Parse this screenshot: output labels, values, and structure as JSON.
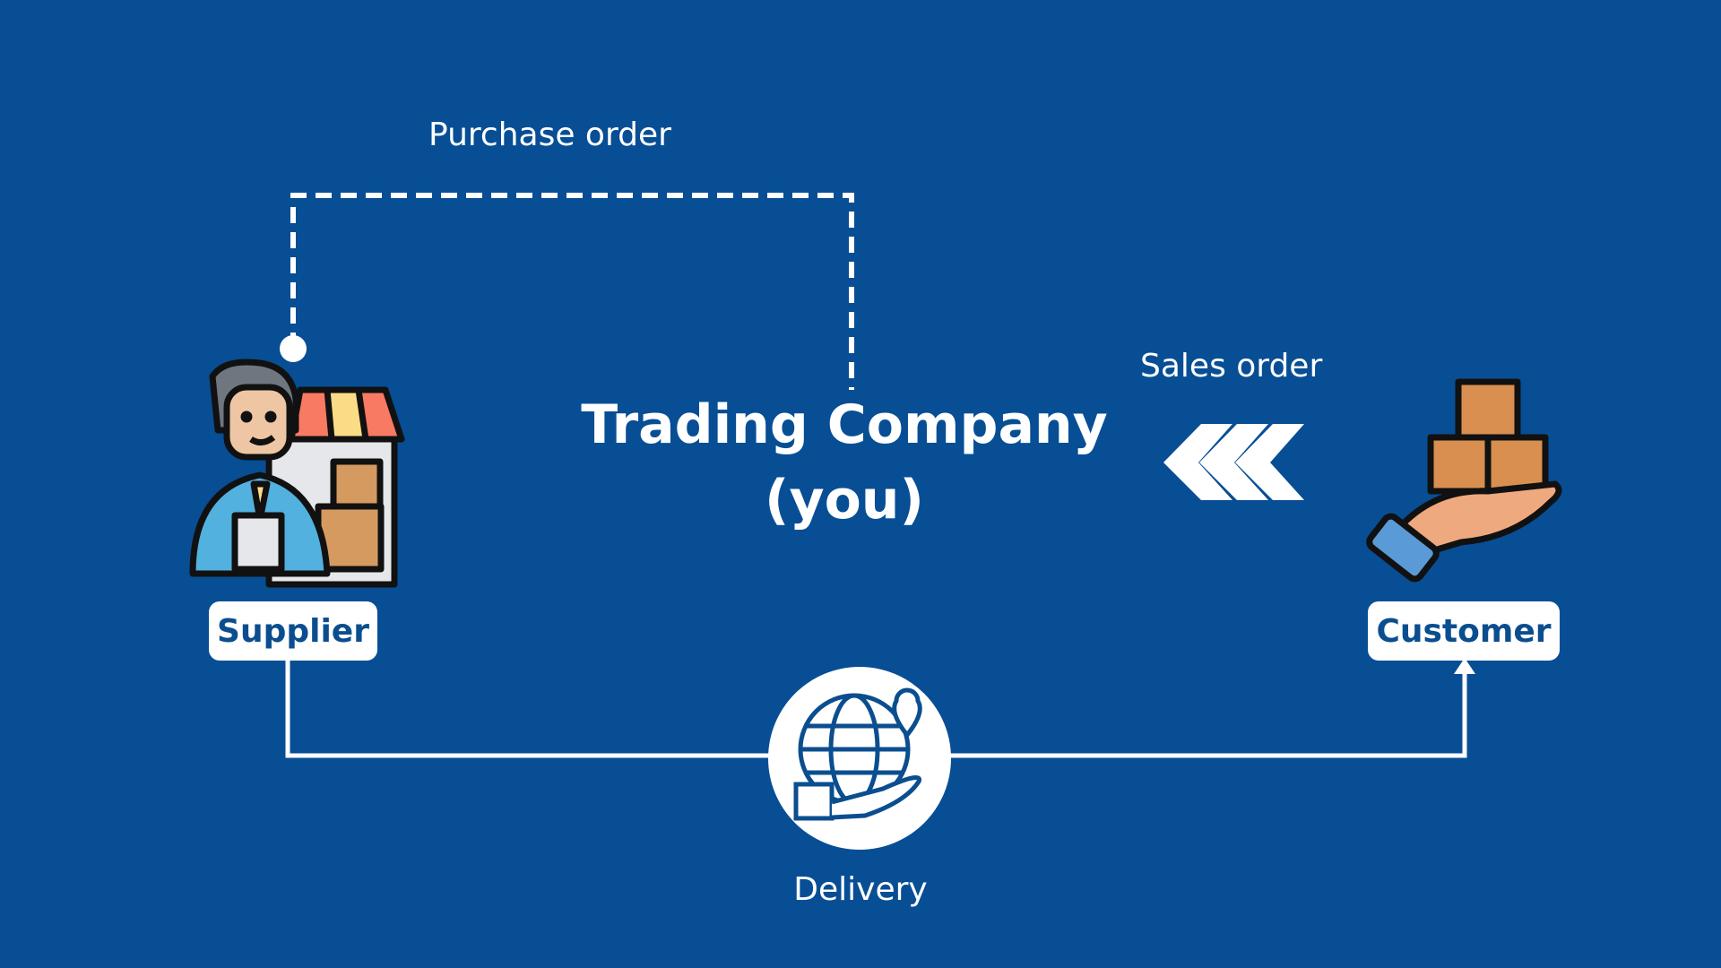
{
  "diagram": {
    "purchase_order_label": "Purchase order",
    "title_line1": "Trading Company",
    "title_line2": "(you)",
    "sales_order_label": "Sales order",
    "supplier_label": "Supplier",
    "customer_label": "Customer",
    "delivery_label": "Delivery"
  },
  "colors": {
    "background": "#074e95",
    "foreground": "#ffffff",
    "label_text": "#0b4e8f"
  }
}
